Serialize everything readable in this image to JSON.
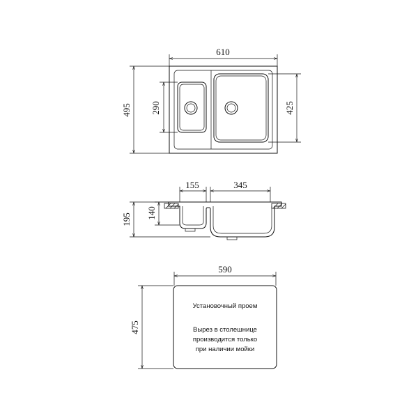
{
  "top_view": {
    "width": "610",
    "depth": "495",
    "small_bowl_depth": "290",
    "large_bowl_depth": "425"
  },
  "section_view": {
    "small_bowl_width": "155",
    "large_bowl_width": "345",
    "total_depth": "195",
    "small_bowl_height": "140"
  },
  "cutout_view": {
    "width": "590",
    "depth": "475",
    "title": "Установочный проем",
    "note_lines": [
      "Вырез в столешнице",
      "производится только",
      "при наличии мойки"
    ]
  }
}
